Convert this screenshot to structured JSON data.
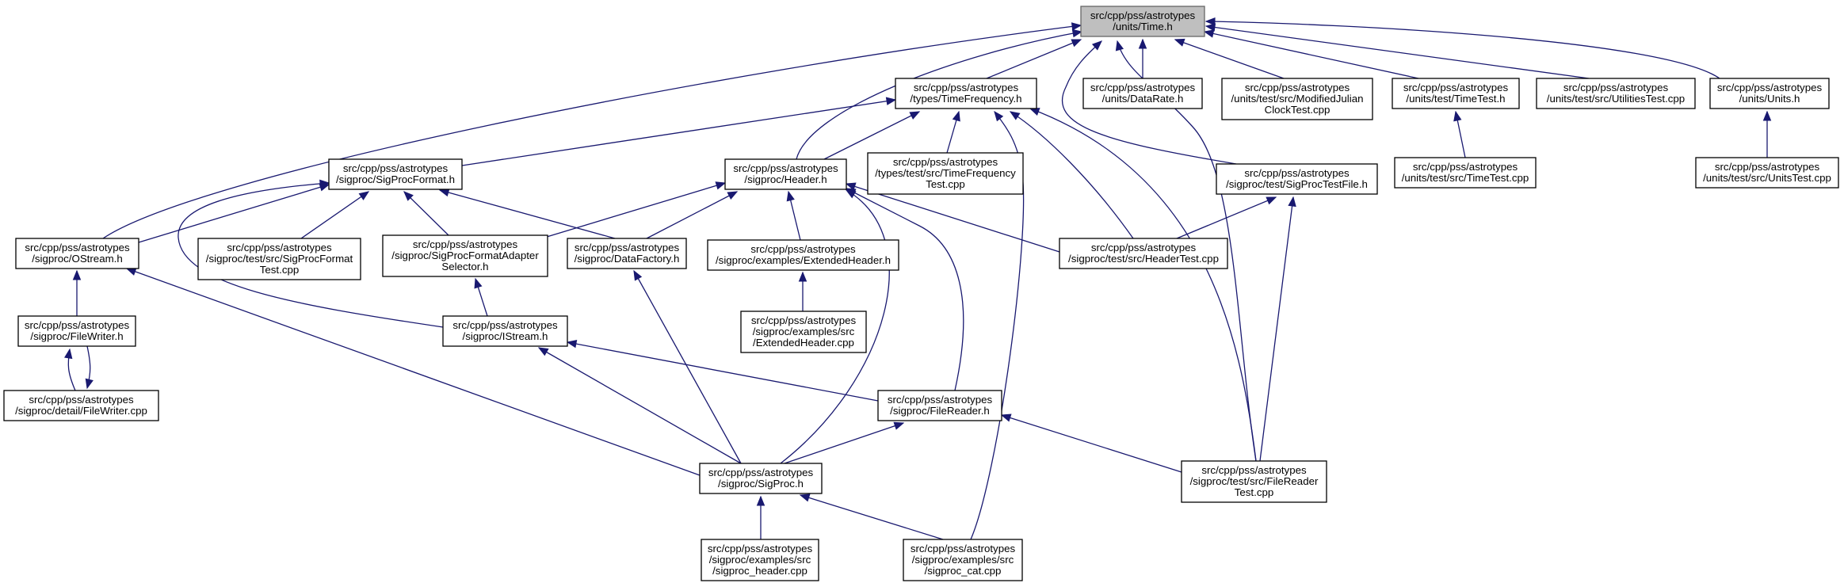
{
  "graph": {
    "title": "",
    "colors": {
      "edge": "#191970",
      "root_fill": "#bfbfbf",
      "node_fill": "#ffffff",
      "node_stroke": "#000000",
      "root_stroke": "#666666"
    },
    "nodes": [
      {
        "id": "time-h",
        "lines": [
          "src/cpp/pss/astrotypes",
          "/units/Time.h"
        ],
        "root": true
      },
      {
        "id": "timefrequency-h",
        "lines": [
          "src/cpp/pss/astrotypes",
          "/types/TimeFrequency.h"
        ]
      },
      {
        "id": "datarate-h",
        "lines": [
          "src/cpp/pss/astrotypes",
          "/units/DataRate.h"
        ]
      },
      {
        "id": "modifiedjulianclocktest-cpp",
        "lines": [
          "src/cpp/pss/astrotypes",
          "/units/test/src/ModifiedJulian",
          "ClockTest.cpp"
        ]
      },
      {
        "id": "timetest-h",
        "lines": [
          "src/cpp/pss/astrotypes",
          "/units/test/TimeTest.h"
        ]
      },
      {
        "id": "utilitiestest-cpp",
        "lines": [
          "src/cpp/pss/astrotypes",
          "/units/test/src/UtilitiesTest.cpp"
        ]
      },
      {
        "id": "units-h",
        "lines": [
          "src/cpp/pss/astrotypes",
          "/units/Units.h"
        ]
      },
      {
        "id": "sigprocformat-h",
        "lines": [
          "src/cpp/pss/astrotypes",
          "/sigproc/SigProcFormat.h"
        ]
      },
      {
        "id": "header-h",
        "lines": [
          "src/cpp/pss/astrotypes",
          "/sigproc/Header.h"
        ]
      },
      {
        "id": "timefrequencytest-cpp",
        "lines": [
          "src/cpp/pss/astrotypes",
          "/types/test/src/TimeFrequency",
          "Test.cpp"
        ]
      },
      {
        "id": "sigproctestfile-h",
        "lines": [
          "src/cpp/pss/astrotypes",
          "/sigproc/test/SigProcTestFile.h"
        ]
      },
      {
        "id": "timetest-cpp",
        "lines": [
          "src/cpp/pss/astrotypes",
          "/units/test/src/TimeTest.cpp"
        ]
      },
      {
        "id": "unitstest-cpp",
        "lines": [
          "src/cpp/pss/astrotypes",
          "/units/test/src/UnitsTest.cpp"
        ]
      },
      {
        "id": "ostream-h",
        "lines": [
          "src/cpp/pss/astrotypes",
          "/sigproc/OStream.h"
        ]
      },
      {
        "id": "sigprocformattest-cpp",
        "lines": [
          "src/cpp/pss/astrotypes",
          "/sigproc/test/src/SigProcFormat",
          "Test.cpp"
        ]
      },
      {
        "id": "sigprocformatadapterselector-h",
        "lines": [
          "src/cpp/pss/astrotypes",
          "/sigproc/SigProcFormatAdapter",
          "Selector.h"
        ]
      },
      {
        "id": "datafactory-h",
        "lines": [
          "src/cpp/pss/astrotypes",
          "/sigproc/DataFactory.h"
        ]
      },
      {
        "id": "extendedheader-h",
        "lines": [
          "src/cpp/pss/astrotypes",
          "/sigproc/examples/ExtendedHeader.h"
        ]
      },
      {
        "id": "headertest-cpp",
        "lines": [
          "src/cpp/pss/astrotypes",
          "/sigproc/test/src/HeaderTest.cpp"
        ]
      },
      {
        "id": "filewriter-h",
        "lines": [
          "src/cpp/pss/astrotypes",
          "/sigproc/FileWriter.h"
        ]
      },
      {
        "id": "istream-h",
        "lines": [
          "src/cpp/pss/astrotypes",
          "/sigproc/IStream.h"
        ]
      },
      {
        "id": "extendedheader-cpp",
        "lines": [
          "src/cpp/pss/astrotypes",
          "/sigproc/examples/src",
          "/ExtendedHeader.cpp"
        ]
      },
      {
        "id": "filewriter-cpp",
        "lines": [
          "src/cpp/pss/astrotypes",
          "/sigproc/detail/FileWriter.cpp"
        ]
      },
      {
        "id": "filereader-h",
        "lines": [
          "src/cpp/pss/astrotypes",
          "/sigproc/FileReader.h"
        ]
      },
      {
        "id": "sigproc-h",
        "lines": [
          "src/cpp/pss/astrotypes",
          "/sigproc/SigProc.h"
        ]
      },
      {
        "id": "filereadertest-cpp",
        "lines": [
          "src/cpp/pss/astrotypes",
          "/sigproc/test/src/FileReader",
          "Test.cpp"
        ]
      },
      {
        "id": "sigproc-header-cpp",
        "lines": [
          "src/cpp/pss/astrotypes",
          "/sigproc/examples/src",
          "/sigproc_header.cpp"
        ]
      },
      {
        "id": "sigproc-cat-cpp",
        "lines": [
          "src/cpp/pss/astrotypes",
          "/sigproc/examples/src",
          "/sigproc_cat.cpp"
        ]
      }
    ],
    "edges": [
      {
        "from": "timefrequency-h",
        "to": "time-h"
      },
      {
        "from": "datarate-h",
        "to": "time-h"
      },
      {
        "from": "modifiedjulianclocktest-cpp",
        "to": "time-h"
      },
      {
        "from": "timetest-h",
        "to": "time-h"
      },
      {
        "from": "utilitiestest-cpp",
        "to": "time-h"
      },
      {
        "from": "units-h",
        "to": "time-h"
      },
      {
        "from": "header-h",
        "to": "time-h"
      },
      {
        "from": "ostream-h",
        "to": "time-h"
      },
      {
        "from": "sigproctestfile-h",
        "to": "time-h"
      },
      {
        "from": "filereadertest-cpp",
        "to": "time-h"
      },
      {
        "from": "sigprocformat-h",
        "to": "timefrequency-h"
      },
      {
        "from": "header-h",
        "to": "timefrequency-h"
      },
      {
        "from": "timefrequencytest-cpp",
        "to": "timefrequency-h"
      },
      {
        "from": "headertest-cpp",
        "to": "timefrequency-h"
      },
      {
        "from": "sigproc-cat-cpp",
        "to": "timefrequency-h"
      },
      {
        "from": "filereadertest-cpp",
        "to": "timefrequency-h"
      },
      {
        "from": "timetest-cpp",
        "to": "timetest-h"
      },
      {
        "from": "unitstest-cpp",
        "to": "units-h"
      },
      {
        "from": "ostream-h",
        "to": "sigprocformat-h"
      },
      {
        "from": "sigprocformattest-cpp",
        "to": "sigprocformat-h"
      },
      {
        "from": "sigprocformatadapterselector-h",
        "to": "sigprocformat-h"
      },
      {
        "from": "datafactory-h",
        "to": "sigprocformat-h"
      },
      {
        "from": "istream-h",
        "to": "sigprocformat-h"
      },
      {
        "from": "sigprocformatadapterselector-h",
        "to": "header-h"
      },
      {
        "from": "datafactory-h",
        "to": "header-h"
      },
      {
        "from": "extendedheader-h",
        "to": "header-h"
      },
      {
        "from": "headertest-cpp",
        "to": "header-h"
      },
      {
        "from": "filereader-h",
        "to": "header-h"
      },
      {
        "from": "sigproc-h",
        "to": "header-h"
      },
      {
        "from": "headertest-cpp",
        "to": "sigproctestfile-h"
      },
      {
        "from": "filereadertest-cpp",
        "to": "sigproctestfile-h"
      },
      {
        "from": "filewriter-h",
        "to": "ostream-h"
      },
      {
        "from": "sigproc-h",
        "to": "ostream-h"
      },
      {
        "from": "istream-h",
        "to": "sigprocformatadapterselector-h"
      },
      {
        "from": "sigproc-h",
        "to": "datafactory-h"
      },
      {
        "from": "extendedheader-cpp",
        "to": "extendedheader-h"
      },
      {
        "from": "filewriter-cpp",
        "to": "filewriter-h"
      },
      {
        "from": "filewriter-h",
        "to": "filewriter-cpp"
      },
      {
        "from": "filereader-h",
        "to": "istream-h"
      },
      {
        "from": "sigproc-h",
        "to": "istream-h"
      },
      {
        "from": "sigproc-h",
        "to": "filereader-h"
      },
      {
        "from": "filereadertest-cpp",
        "to": "filereader-h"
      },
      {
        "from": "sigproc-header-cpp",
        "to": "sigproc-h"
      },
      {
        "from": "sigproc-cat-cpp",
        "to": "sigproc-h"
      }
    ]
  }
}
